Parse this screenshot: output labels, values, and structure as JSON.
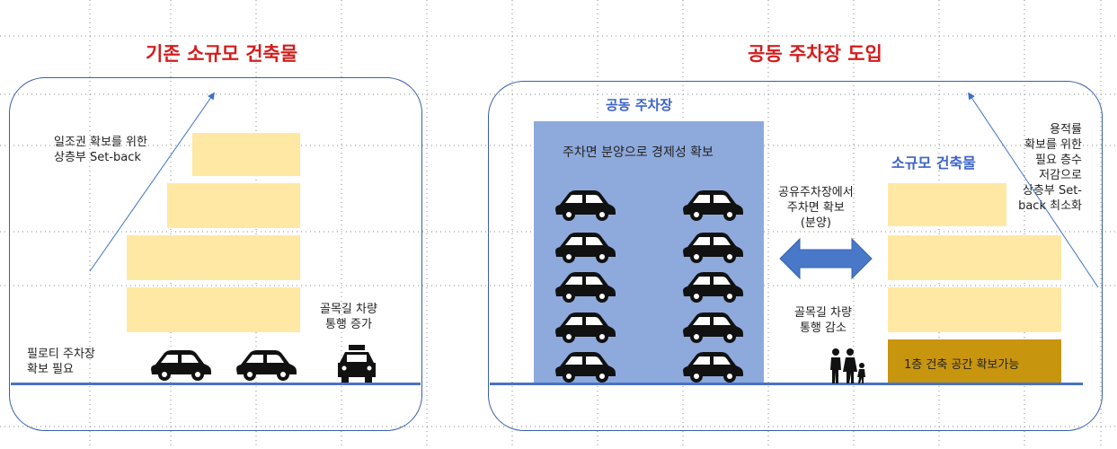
{
  "left_section": {
    "title": "기존 소규모 건축물",
    "setback_label": "일조권 확보를 위한\n상층부 Set-back",
    "pilotis_label": "필로티 주차장\n확보 필요",
    "alley_label": "골목길 차량\n통행 증가"
  },
  "right_section": {
    "title": "공동 주차장 도입",
    "garage_title": "공동 주차장",
    "garage_label": "주차면 분양으로 경제성 확보",
    "shared_label": "공유주차장에서\n주차면 확보\n(분양)",
    "small_building_title": "소규모 건축물",
    "far_label": "용적률\n확보를 위한\n필요 층수\n저감으로\n상층부 Set-\nback 최소화",
    "alley_label": "골목길 차량\n통행  감소",
    "ground_floor_label": "1층 건축 공간 확보가능"
  },
  "colors": {
    "title_red": "#d41c1c",
    "accent_blue": "#3c63c8",
    "panel_border": "#3a5fa8",
    "building_yellow": "#ffe8a4",
    "ground_floor_brown": "#c8950f",
    "garage_blue": "#8eaadc"
  },
  "icons": [
    "car-icon",
    "taxi-icon",
    "family-icon",
    "double-arrow-icon"
  ]
}
